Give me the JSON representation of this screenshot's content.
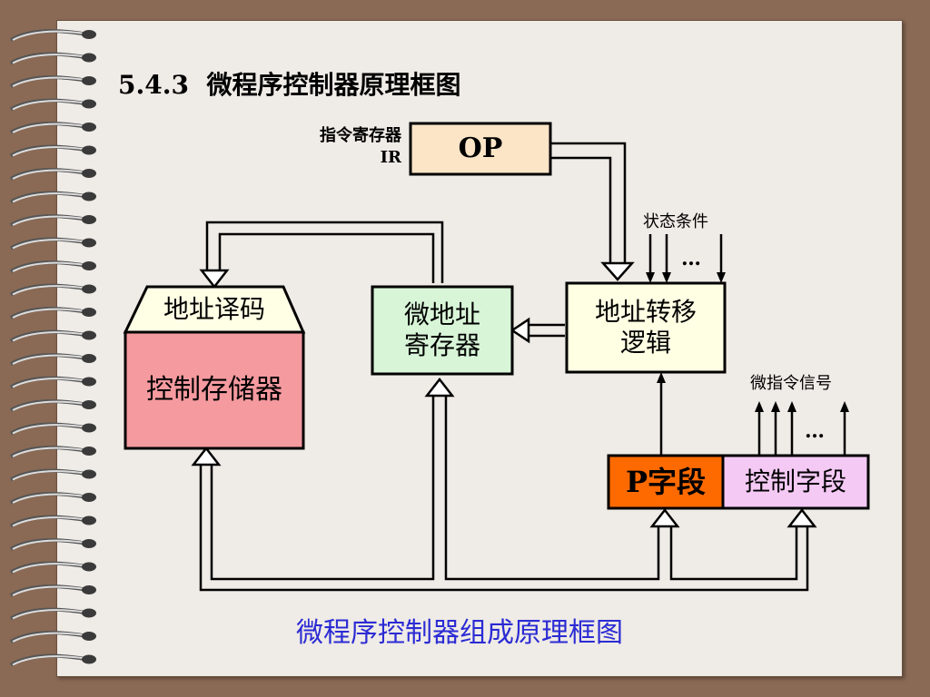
{
  "slide": {
    "title": "5.4.3  微程序控制器原理框图",
    "caption": "微程序控制器组成原理框图"
  },
  "ir": {
    "label_line1": "指令寄存器",
    "label_line2": "IR",
    "op": "OP"
  },
  "state_conditions": {
    "label": "状态条件",
    "ellipsis": "…"
  },
  "address_decode": {
    "label": "地址译码"
  },
  "control_store": {
    "label": "控制存储器"
  },
  "micro_address_register": {
    "line1": "微地址",
    "line2": "寄存器"
  },
  "address_transfer_logic": {
    "line1": "地址转移",
    "line2": "逻辑"
  },
  "micro_command_signals": {
    "label": "微指令信号",
    "ellipsis": "…"
  },
  "p_field": {
    "label": "P字段"
  },
  "control_field": {
    "label": "控制字段"
  },
  "colors": {
    "background": "#8a6a55",
    "paper": "#efebe6",
    "op_fill": "#fbe5c6",
    "decode_fill": "#ffffe6",
    "control_store_fill": "#f59a9f",
    "micro_addr_fill": "#d8f5d8",
    "transfer_logic_fill": "#ffffe4",
    "p_field_fill": "#ff6a00",
    "control_field_fill": "#f4c9f4",
    "caption_color": "#2b2bd4"
  }
}
